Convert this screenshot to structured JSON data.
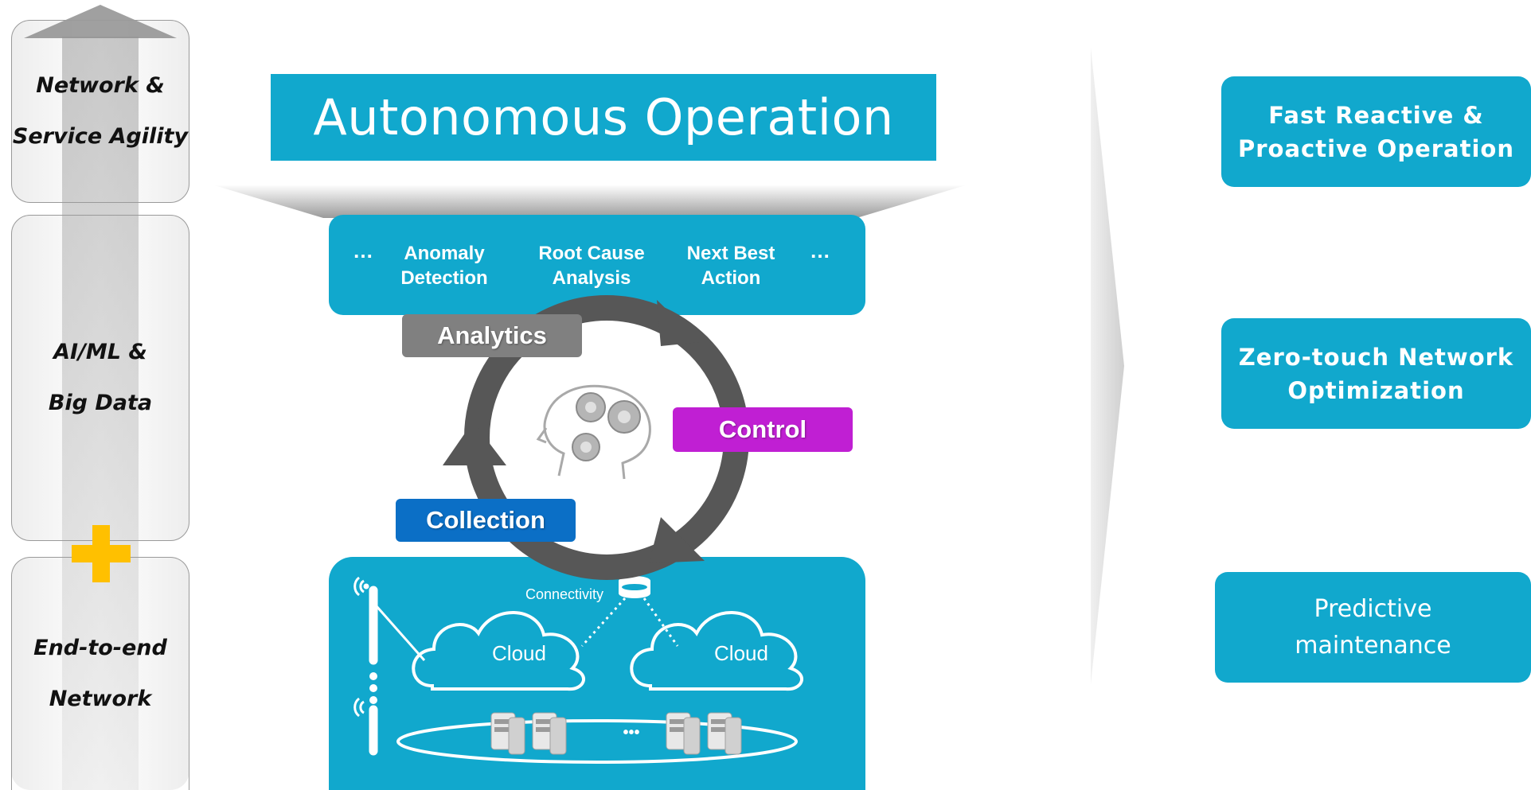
{
  "layers": [
    {
      "line1": "Network &",
      "line2": "Service Agility"
    },
    {
      "line1": "AI/ML &",
      "line2": "Big Data"
    },
    {
      "line1": "End-to-end",
      "line2": "Network"
    }
  ],
  "title": "Autonomous Operation",
  "analytics_functions": {
    "ellipsis_left": "…",
    "items": [
      {
        "line1": "Anomaly",
        "line2": "Detection"
      },
      {
        "line1": "Root Cause",
        "line2": "Analysis"
      },
      {
        "line1": "Next Best",
        "line2": "Action"
      }
    ],
    "ellipsis_right": "…"
  },
  "loop": {
    "analytics": "Analytics",
    "control": "Control",
    "collection": "Collection"
  },
  "network": {
    "connectivity": "Connectivity",
    "cloud_left": "Cloud",
    "cloud_right": "Cloud",
    "servers_ellipsis": "•••"
  },
  "outcomes": [
    {
      "line1": "Fast Reactive &",
      "line2": "Proactive Operation"
    },
    {
      "line1": "Zero-touch Network",
      "line2": "Optimization"
    },
    {
      "line1": "Predictive",
      "line2": "maintenance"
    }
  ],
  "colors": {
    "accent_blue": "#11a8cd",
    "analytics_gray": "#808080",
    "control_magenta": "#c01fd3",
    "collection_blue": "#0b6fc6",
    "plus_yellow": "#ffc000",
    "loop_gray": "#575757"
  },
  "icons": {
    "center": "brain-gears-icon",
    "plus": "plus-icon",
    "antenna": "antenna-icon",
    "database": "database-icon",
    "server": "server-icon"
  }
}
